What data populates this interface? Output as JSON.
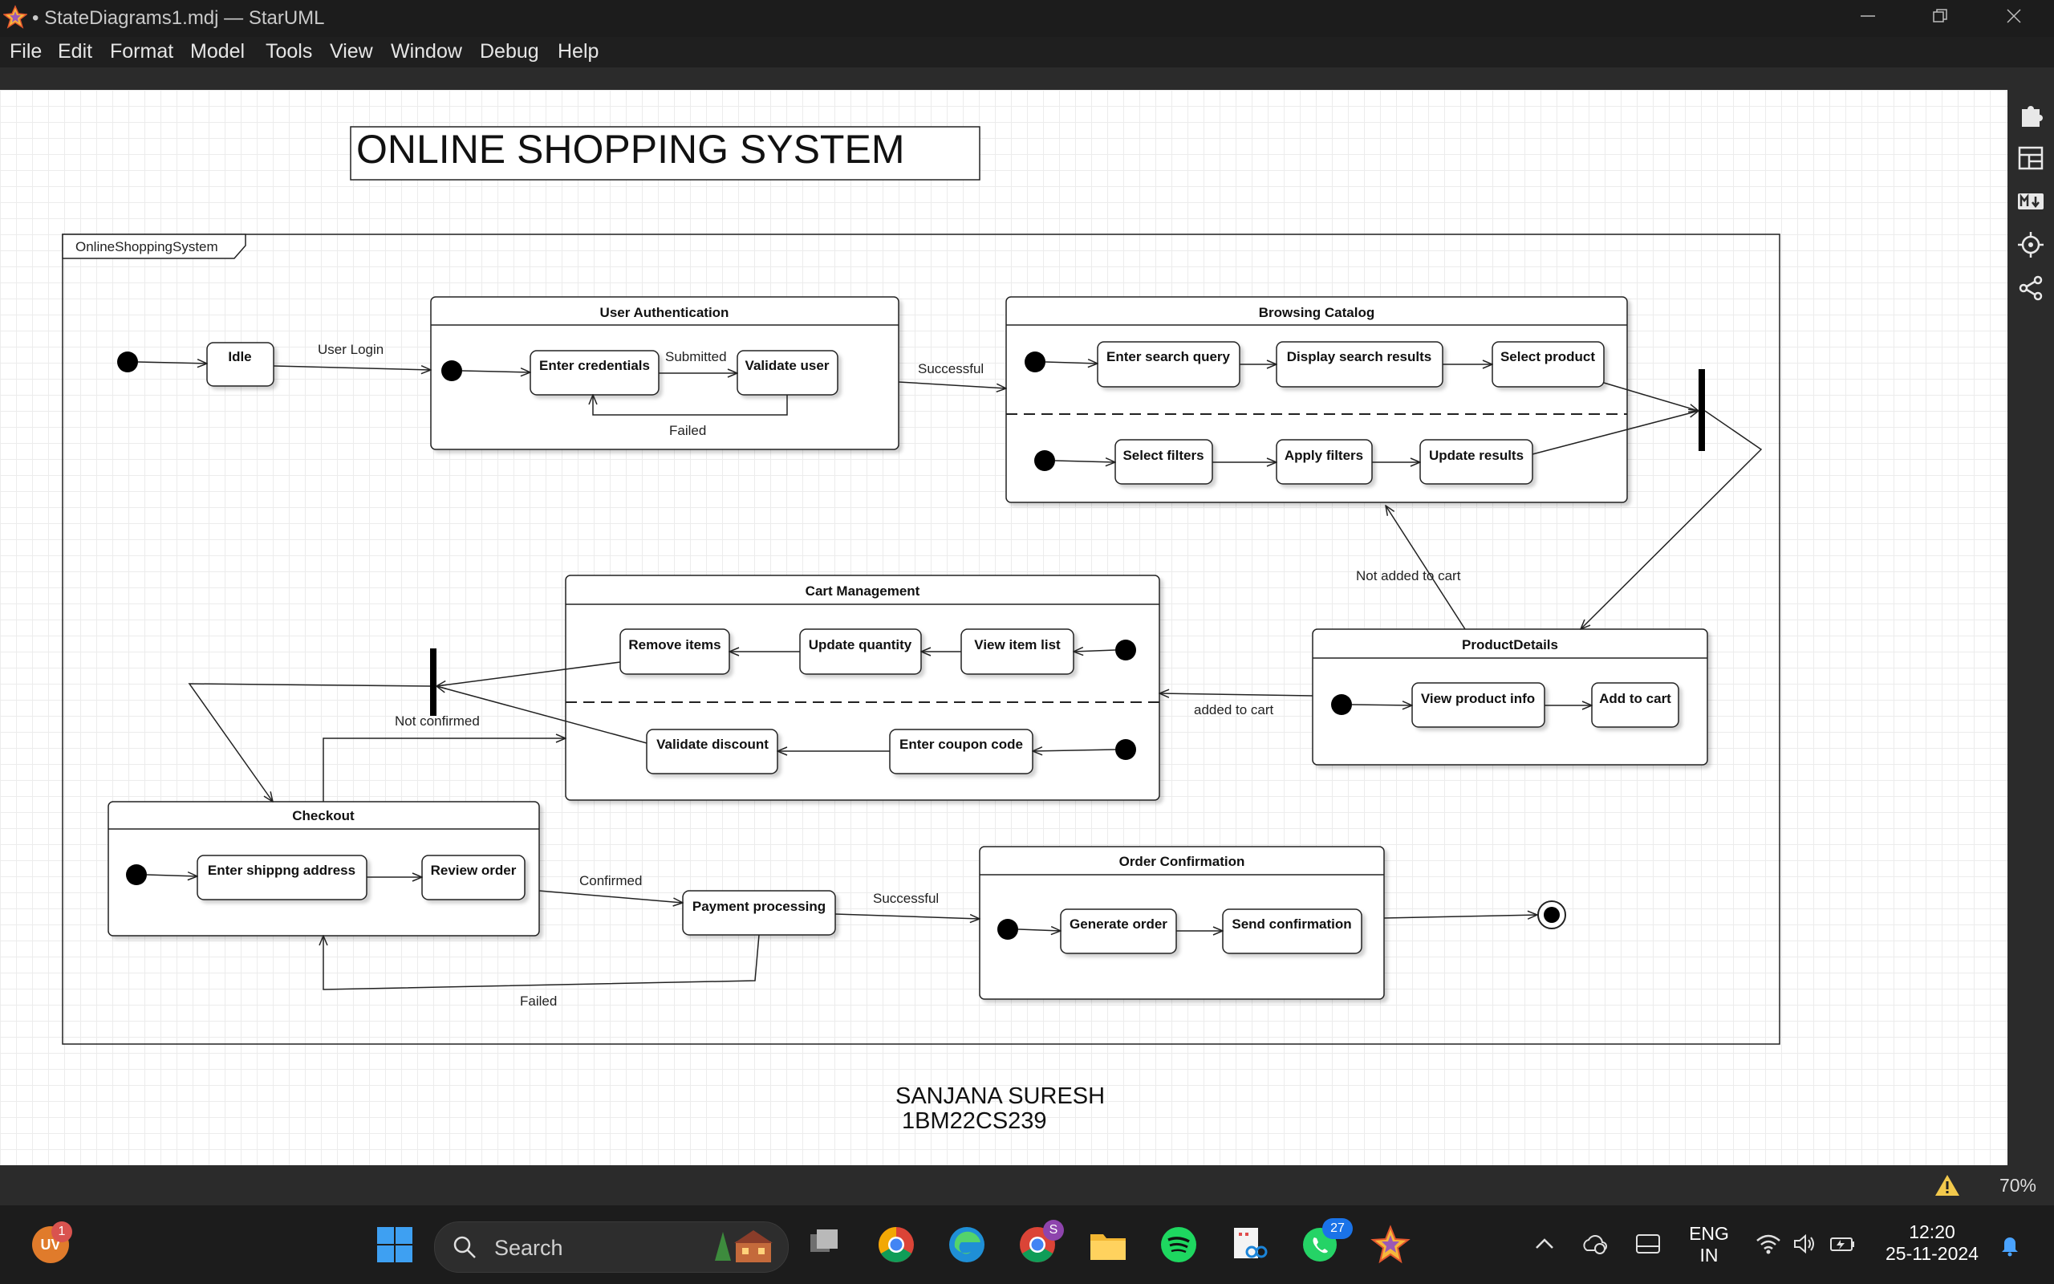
{
  "window": {
    "title": "• StateDiagrams1.mdj — StarUML",
    "controls": [
      "minimize",
      "restore",
      "close"
    ]
  },
  "menu": [
    "File",
    "Edit",
    "Format",
    "Model",
    "Tools",
    "View",
    "Window",
    "Debug",
    "Help"
  ],
  "diagram": {
    "heading": "ONLINE SHOPPING SYSTEM",
    "frame_label": "OnlineShoppingSystem",
    "author": "SANJANA SURESH",
    "usn": "1BM22CS239",
    "composites": {
      "user_auth": "User Authentication",
      "browsing": "Browsing Catalog",
      "cart": "Cart Management",
      "product_details": "ProductDetails",
      "checkout": "Checkout",
      "order_confirmation": "Order Confirmation"
    },
    "states": {
      "idle": "Idle",
      "enter_credentials": "Enter credentials",
      "validate_user": "Validate user",
      "enter_search_query": "Enter search query",
      "display_search_results": "Display search results",
      "select_product": "Select product",
      "select_filters": "Select filters",
      "apply_filters": "Apply filters",
      "update_results": "Update results",
      "remove_items": "Remove items",
      "update_quantity": "Update quantity",
      "view_item_list": "View item list",
      "validate_discount": "Validate discount",
      "enter_coupon_code": "Enter coupon code",
      "view_product_info": "View product info",
      "add_to_cart": "Add to cart",
      "enter_shipping_address": "Enter shippng address",
      "review_order": "Review order",
      "payment_processing": "Payment processing",
      "generate_order": "Generate order",
      "send_confirmation": "Send confirmation"
    },
    "transitions": {
      "user_login": "User Login",
      "submitted": "Submitted",
      "failed_auth": "Failed",
      "successful_auth": "Successful",
      "not_added_to_cart": "Not added to cart",
      "added_to_cart": "added to cart",
      "not_confirmed": "Not confirmed",
      "confirmed": "Confirmed",
      "successful_payment": "Successful",
      "failed_payment": "Failed"
    }
  },
  "right_panel_icons": [
    "extensions-icon",
    "layout-icon",
    "markdown-icon",
    "crosshair-icon",
    "share-icon"
  ],
  "status": {
    "zoom": "70%",
    "warning_icon": "warning-icon"
  },
  "taskbar": {
    "search_placeholder": "Search",
    "profile_initials": "UV",
    "profile_badge": "1",
    "chrome_profile_badge": "S",
    "whatsapp_badge": "27",
    "language_top": "ENG",
    "language_bottom": "IN",
    "time": "12:20",
    "date": "25-11-2024"
  }
}
